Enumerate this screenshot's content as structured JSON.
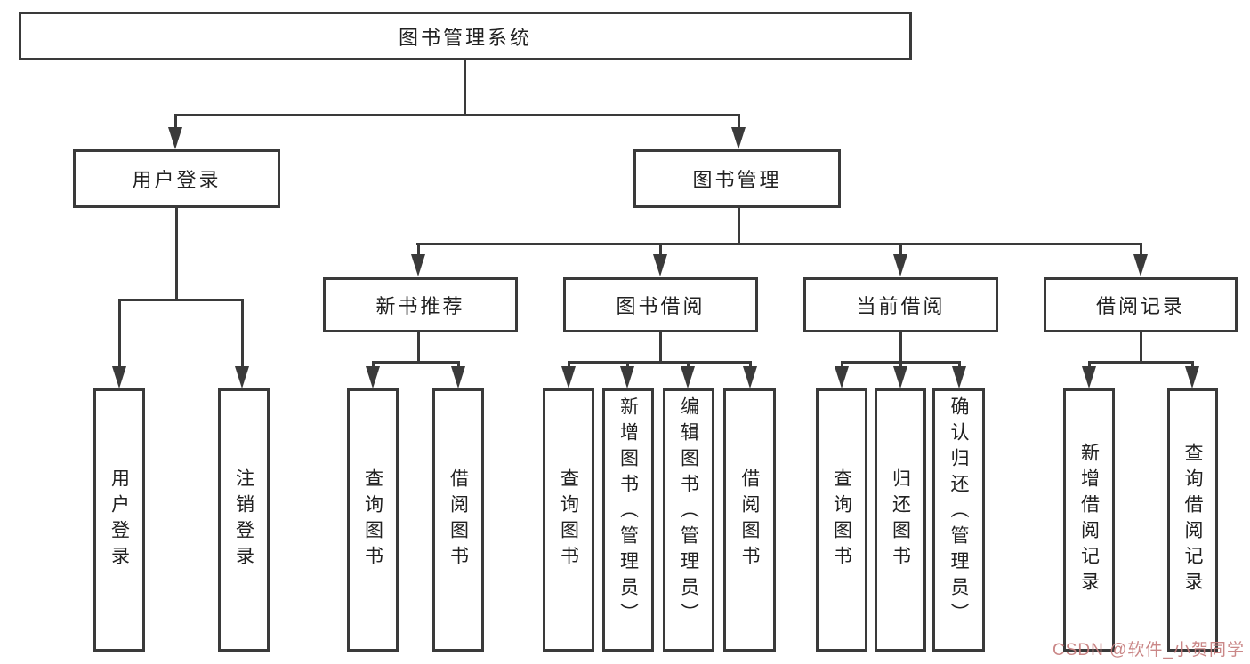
{
  "diagram": {
    "root": "图书管理系统",
    "level1": {
      "user_login": "用户登录",
      "book_management": "图书管理"
    },
    "level2": {
      "new_book_recommend": "新书推荐",
      "book_borrow": "图书借阅",
      "current_borrow": "当前借阅",
      "borrow_record": "借阅记录"
    },
    "leaves": {
      "user_login": "用户登录",
      "logout": "注销登录",
      "query_book_a": "查询图书",
      "borrow_book_a": "借阅图书",
      "query_book_b": "查询图书",
      "add_book_admin": "新增图书（管理员）",
      "edit_book_admin": "编辑图书（管理员）",
      "borrow_book_b": "借阅图书",
      "query_book_c": "查询图书",
      "return_book": "归还图书",
      "confirm_return_admin": "确认归还（管理员）",
      "add_borrow_record": "新增借阅记录",
      "query_borrow_record": "查询借阅记录"
    }
  },
  "watermark": "CSDN @软件_小贺同学",
  "colors": {
    "line": "#3a3a3a",
    "text": "#212121",
    "watermark": "#c57d7d",
    "background": "#ffffff"
  }
}
